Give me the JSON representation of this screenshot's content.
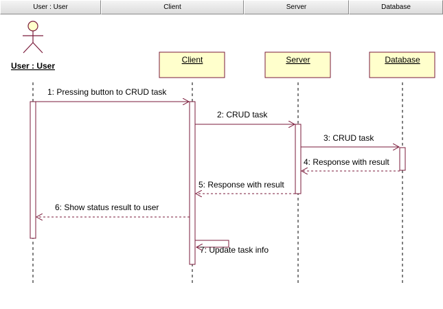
{
  "header": {
    "columns": [
      "User : User",
      "Client",
      "Server",
      "Database"
    ]
  },
  "actor": {
    "label": "User : User"
  },
  "objects": {
    "client": "Client",
    "server": "Server",
    "database": "Database"
  },
  "messages": {
    "m1": "1: Pressing button to CRUD task",
    "m2": "2: CRUD task",
    "m3": "3: CRUD task",
    "m4": "4: Response with result",
    "m5": "5: Response with result",
    "m6": "6: Show status result to user",
    "m7": "7: Update task info"
  },
  "colors": {
    "line": "#7a1a3a",
    "object_fill": "#ffffcc",
    "object_border": "#7a1a3a"
  }
}
